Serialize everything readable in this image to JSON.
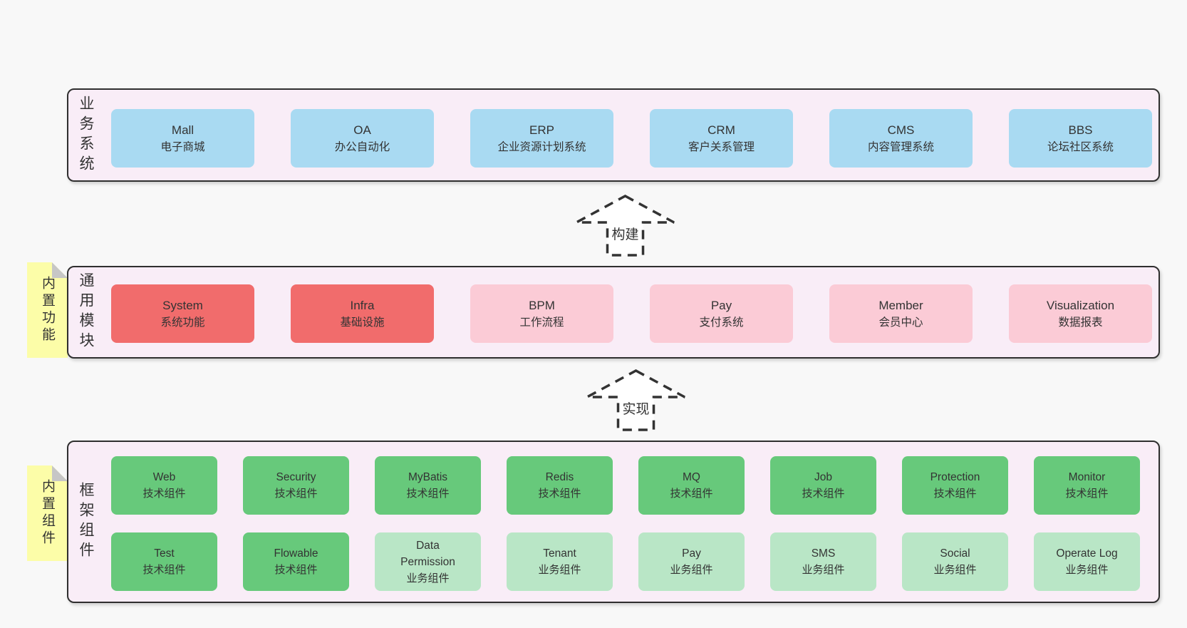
{
  "diagram": {
    "sections": [
      {
        "label": "业务系统",
        "rows": [
          [
            {
              "title": "Mall",
              "subtitle": "电子商城",
              "variant": "blue"
            },
            {
              "title": "OA",
              "subtitle": "办公自动化",
              "variant": "blue"
            },
            {
              "title": "ERP",
              "subtitle": "企业资源计划系统",
              "variant": "blue"
            },
            {
              "title": "CRM",
              "subtitle": "客户关系管理",
              "variant": "blue"
            },
            {
              "title": "CMS",
              "subtitle": "内容管理系统",
              "variant": "blue"
            },
            {
              "title": "BBS",
              "subtitle": "论坛社区系统",
              "variant": "blue"
            }
          ]
        ]
      },
      {
        "label": "通用模块",
        "rows": [
          [
            {
              "title": "System",
              "subtitle": "系统功能",
              "variant": "red"
            },
            {
              "title": "Infra",
              "subtitle": "基础设施",
              "variant": "red"
            },
            {
              "title": "BPM",
              "subtitle": "工作流程",
              "variant": "pink"
            },
            {
              "title": "Pay",
              "subtitle": "支付系统",
              "variant": "pink"
            },
            {
              "title": "Member",
              "subtitle": "会员中心",
              "variant": "pink"
            },
            {
              "title": "Visualization",
              "subtitle": "数据报表",
              "variant": "pink"
            }
          ]
        ]
      },
      {
        "label": "框架组件",
        "rows": [
          [
            {
              "title": "Web",
              "subtitle": "技术组件",
              "variant": "green"
            },
            {
              "title": "Security",
              "subtitle": "技术组件",
              "variant": "green"
            },
            {
              "title": "MyBatis",
              "subtitle": "技术组件",
              "variant": "green"
            },
            {
              "title": "Redis",
              "subtitle": "技术组件",
              "variant": "green"
            },
            {
              "title": "MQ",
              "subtitle": "技术组件",
              "variant": "green"
            },
            {
              "title": "Job",
              "subtitle": "技术组件",
              "variant": "green"
            },
            {
              "title": "Protection",
              "subtitle": "技术组件",
              "variant": "green"
            },
            {
              "title": "Monitor",
              "subtitle": "技术组件",
              "variant": "green"
            }
          ],
          [
            {
              "title": "Test",
              "subtitle": "技术组件",
              "variant": "green"
            },
            {
              "title": "Flowable",
              "subtitle": "技术组件",
              "variant": "green"
            },
            {
              "title": "Data\nPermission",
              "subtitle": "业务组件",
              "variant": "green-light"
            },
            {
              "title": "Tenant",
              "subtitle": "业务组件",
              "variant": "green-light"
            },
            {
              "title": "Pay",
              "subtitle": "业务组件",
              "variant": "green-light"
            },
            {
              "title": "SMS",
              "subtitle": "业务组件",
              "variant": "green-light"
            },
            {
              "title": "Social",
              "subtitle": "业务组件",
              "variant": "green-light"
            },
            {
              "title": "Operate Log",
              "subtitle": "业务组件",
              "variant": "green-light"
            }
          ]
        ]
      }
    ],
    "notes": [
      {
        "label": "内置功能"
      },
      {
        "label": "内置组件"
      }
    ],
    "arrows": [
      {
        "label": "构建"
      },
      {
        "label": "实现"
      }
    ]
  },
  "colors": {
    "page_bg": "#f8f8f8",
    "container_bg": "#f9edf7",
    "ink": "#333333",
    "blue": "#a9daf2",
    "red": "#f16c6c",
    "pink": "#fbcbd6",
    "green": "#67c97b",
    "green_light": "#b9e6c6",
    "note_bg": "#fcfda8"
  }
}
